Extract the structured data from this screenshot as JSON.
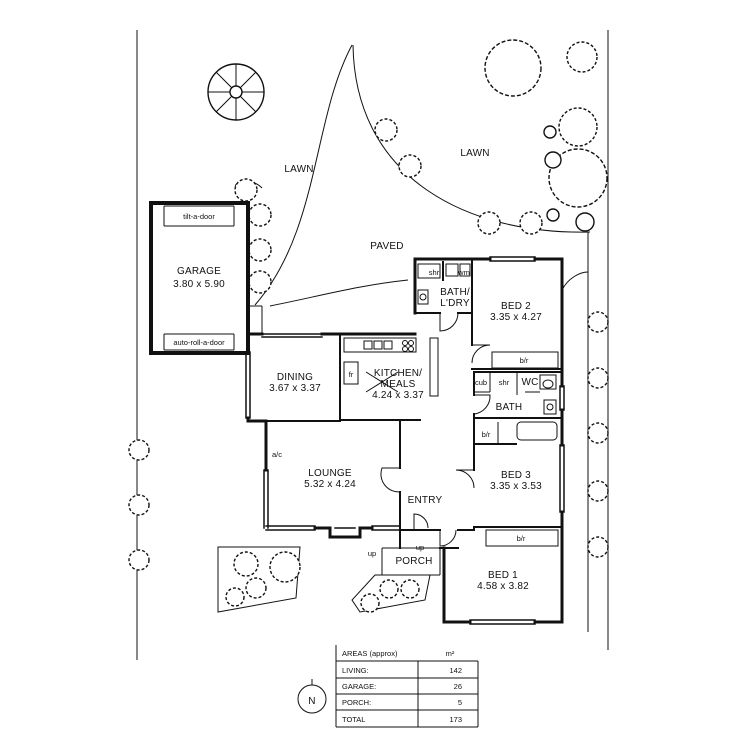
{
  "site": {
    "lawn_left": "LAWN",
    "lawn_right": "LAWN",
    "paved": "PAVED"
  },
  "garage": {
    "name": "GARAGE",
    "dims": "3.80 x 5.90",
    "top_door": "tilt-a-door",
    "bottom_door": "auto-roll-a-door"
  },
  "rooms": {
    "dining": {
      "name": "DINING",
      "dims": "3.67 x 3.37"
    },
    "kitchen": {
      "name_line1": "KITCHEN/",
      "name_line2": "MEALS",
      "dims": "4.24 x 3.37",
      "fridge": "fr"
    },
    "lounge": {
      "name": "LOUNGE",
      "dims": "5.32 x 4.24",
      "ac": "a/c"
    },
    "bath_ldry": {
      "shr": "shr",
      "wm": "wm",
      "line1": "BATH/",
      "line2": "L'DRY"
    },
    "bed2": {
      "name": "BED 2",
      "dims": "3.35 x 4.27",
      "robe": "b/r"
    },
    "bath": {
      "cub": "cub",
      "shr": "shr",
      "wc": "WC",
      "name": "BATH"
    },
    "bed3": {
      "name": "BED 3",
      "dims": "3.35 x 3.53",
      "robe": "b/r"
    },
    "entry": {
      "name": "ENTRY",
      "up": "up"
    },
    "porch": {
      "name": "PORCH",
      "up": "up"
    },
    "bed1": {
      "name": "BED 1",
      "dims": "4.58 x 3.82",
      "robe": "b/r"
    }
  },
  "areas": {
    "heading": "AREAS (approx)",
    "unit": "m²",
    "rows": [
      {
        "label": "LIVING:",
        "value": "142"
      },
      {
        "label": "GARAGE:",
        "value": "26"
      },
      {
        "label": "PORCH:",
        "value": "5"
      }
    ],
    "total": {
      "label": "TOTAL",
      "value": "173"
    }
  },
  "north": "N"
}
